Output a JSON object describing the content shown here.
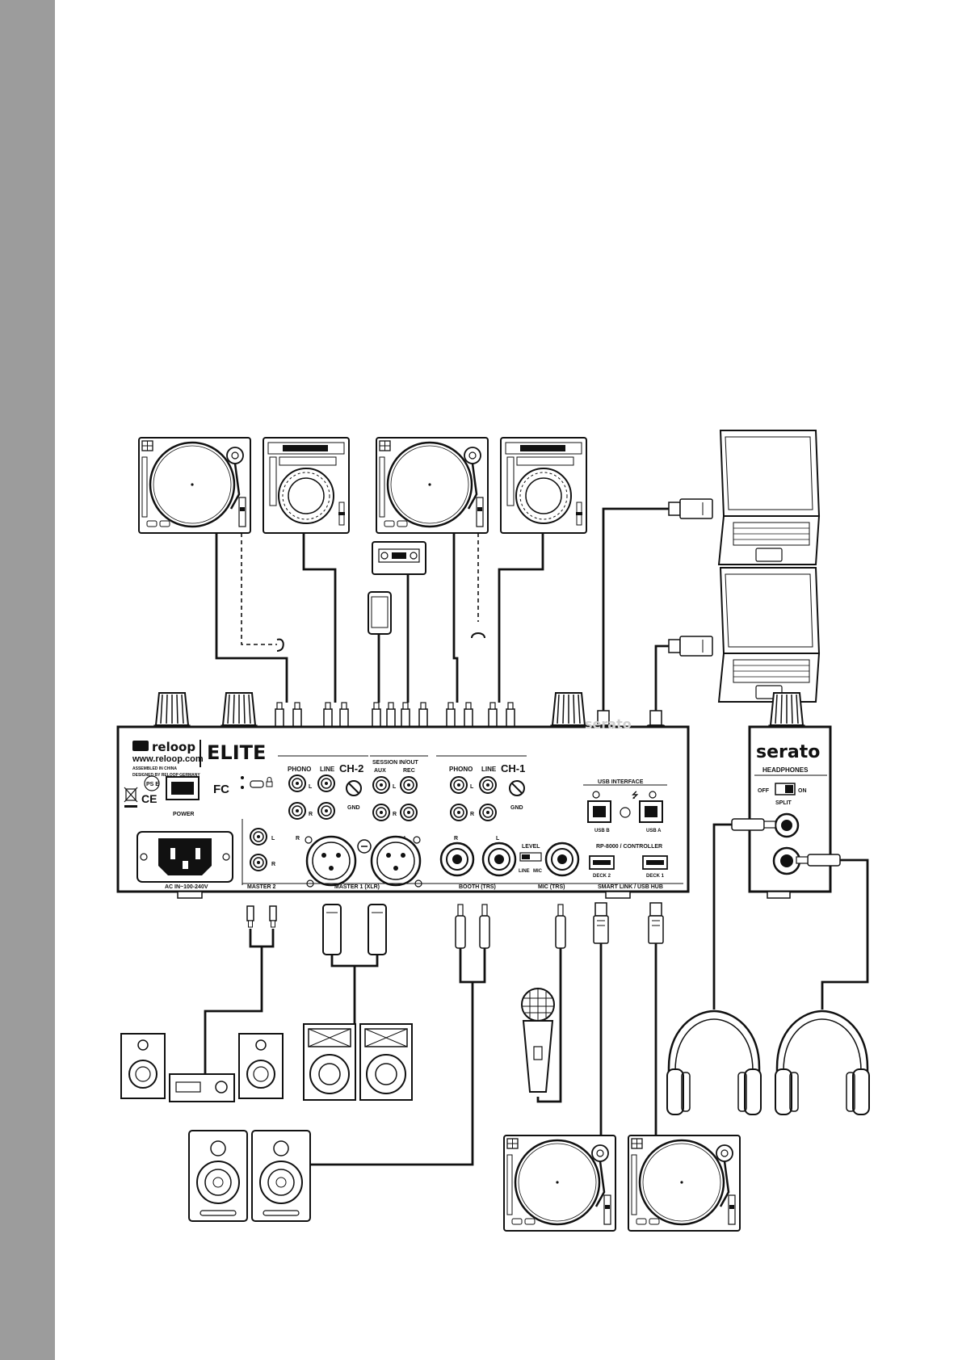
{
  "brand": {
    "reloop_logo": "reloop",
    "website": "www.reloop.com",
    "assembled": "ASSEMBLED IN CHINA",
    "designed": "DESIGNED BY RELOOP GERMANY",
    "model_logo": "ELITE",
    "serato_logo": "serato",
    "fc_mark": "FC",
    "ce_mark": "CE",
    "ps_mark": "PS E"
  },
  "mixer": {
    "power_label": "POWER",
    "ac_label": "AC IN~100-240V",
    "ch2_title": "CH-2",
    "ch1_title": "CH-1",
    "phono_label": "PHONO",
    "line_label": "LINE",
    "gnd_label": "GND",
    "session_label": "SESSION IN/OUT",
    "aux_label": "AUX",
    "rec_label": "REC",
    "left_short": "L",
    "right_short": "R",
    "master2_label": "MASTER 2",
    "master1_label": "MASTER 1 (XLR)",
    "booth_label": "BOOTH (TRS)",
    "mic_label": "MIC (TRS)",
    "level_label": "LEVEL",
    "line_switch_label": "LINE",
    "mic_switch_label": "MIC",
    "usb_interface_label": "USB INTERFACE",
    "usb_b_label": "USB B",
    "usb_a_label": "USB A",
    "rp_label": "RP-8000 / CONTROLLER",
    "deck2_label": "DECK 2",
    "deck1_label": "DECK 1",
    "smart_link_label": "SMART LINK / USB HUB"
  },
  "headphone_panel": {
    "logo": "serato",
    "headphones_label": "HEADPHONES",
    "off_label": "OFF",
    "on_label": "ON",
    "split_label": "SPLIT"
  }
}
